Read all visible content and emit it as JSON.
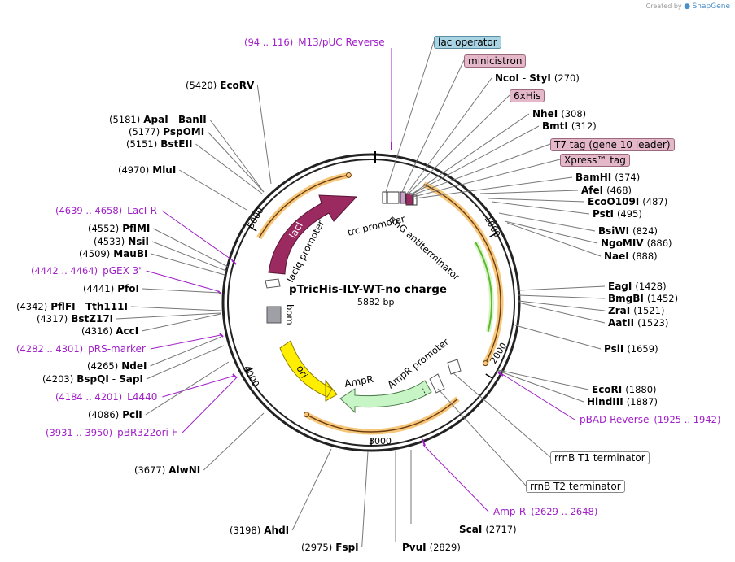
{
  "credit": {
    "prefix": "Created by",
    "brand": "SnapGene"
  },
  "plasmid": {
    "name": "pTricHis-ILY-WT-no charge",
    "size": "5882 bp"
  },
  "ticks": [
    "1000",
    "2000",
    "3000",
    "4000",
    "5000"
  ],
  "features_in": {
    "laci": "lacI",
    "laciq": "lacIq promoter",
    "bom": "bom",
    "ori": "ori",
    "trc": "trc promoter",
    "rrng": "rrnG antiterminator",
    "ampr": "AmpR",
    "ampr_promoter": "AmpR promoter"
  },
  "colors": {
    "laci": "#9b2a60",
    "ori": "#ffee00",
    "ampr": "#c8f5c5",
    "backbone": "#222222",
    "primer": "#a020c8",
    "outer_arc": "#d89a2a",
    "inner_green": "#5fb832"
  },
  "labels_left": [
    {
      "id": "m13",
      "type": "primer",
      "name": "M13/pUC Reverse",
      "pos": "(94 .. 116)"
    },
    {
      "id": "ecorv",
      "type": "enzyme",
      "name": "EcoRV",
      "pos": "(5420)"
    },
    {
      "id": "apai",
      "type": "enzyme",
      "name": "ApaI",
      "name2": "BanII",
      "pos": "(5181)"
    },
    {
      "id": "pspomi",
      "type": "enzyme",
      "name": "PspOMI",
      "pos": "(5177)"
    },
    {
      "id": "bsteii",
      "type": "enzyme",
      "name": "BstEII",
      "pos": "(5151)"
    },
    {
      "id": "mlui",
      "type": "enzyme",
      "name": "MluI",
      "pos": "(4970)"
    },
    {
      "id": "lacir",
      "type": "primer",
      "name": "LacI-R",
      "pos": "(4639 .. 4658)"
    },
    {
      "id": "pflmi",
      "type": "enzyme",
      "name": "PflMI",
      "pos": "(4552)"
    },
    {
      "id": "nsii",
      "type": "enzyme",
      "name": "NsiI",
      "pos": "(4533)"
    },
    {
      "id": "maubi",
      "type": "enzyme",
      "name": "MauBI",
      "pos": "(4509)"
    },
    {
      "id": "pgex",
      "type": "primer",
      "name": "pGEX 3'",
      "pos": "(4442 .. 4464)"
    },
    {
      "id": "pfoi",
      "type": "enzyme",
      "name": "PfoI",
      "pos": "(4441)"
    },
    {
      "id": "pflfi",
      "type": "enzyme",
      "name": "PflFI",
      "name2": "Tth111I",
      "pos": "(4342)"
    },
    {
      "id": "bstz17i",
      "type": "enzyme",
      "name": "BstZ17I",
      "pos": "(4317)"
    },
    {
      "id": "acci",
      "type": "enzyme",
      "name": "AccI",
      "pos": "(4316)"
    },
    {
      "id": "prs",
      "type": "primer",
      "name": "pRS-marker",
      "pos": "(4282 .. 4301)"
    },
    {
      "id": "ndei",
      "type": "enzyme",
      "name": "NdeI",
      "pos": "(4265)"
    },
    {
      "id": "bspqi",
      "type": "enzyme",
      "name": "BspQI",
      "name2": "SapI",
      "pos": "(4203)"
    },
    {
      "id": "l4440",
      "type": "primer",
      "name": "L4440",
      "pos": "(4184 .. 4201)"
    },
    {
      "id": "pcii",
      "type": "enzyme",
      "name": "PciI",
      "pos": "(4086)"
    },
    {
      "id": "pbr322",
      "type": "primer",
      "name": "pBR322ori-F",
      "pos": "(3931 .. 3950)"
    },
    {
      "id": "alwni",
      "type": "enzyme",
      "name": "AlwNI",
      "pos": "(3677)"
    },
    {
      "id": "ahdi",
      "type": "enzyme",
      "name": "AhdI",
      "pos": "(3198)"
    },
    {
      "id": "fspi",
      "type": "enzyme",
      "name": "FspI",
      "pos": "(2975)"
    }
  ],
  "labels_right": [
    {
      "id": "lacop",
      "type": "feature",
      "name": "lac operator"
    },
    {
      "id": "minicistron",
      "type": "feature",
      "name": "minicistron"
    },
    {
      "id": "ncoi",
      "type": "enzyme",
      "name": "NcoI",
      "name2": "StyI",
      "pos": "(270)"
    },
    {
      "id": "his",
      "type": "feature",
      "name": "6xHis"
    },
    {
      "id": "nhei",
      "type": "enzyme",
      "name": "NheI",
      "pos": "(308)"
    },
    {
      "id": "bmti",
      "type": "enzyme",
      "name": "BmtI",
      "pos": "(312)"
    },
    {
      "id": "t7tag",
      "type": "feature",
      "name": "T7 tag (gene 10 leader)"
    },
    {
      "id": "xpress",
      "type": "feature",
      "name": "Xpress™ tag"
    },
    {
      "id": "bamhi",
      "type": "enzyme",
      "name": "BamHI",
      "pos": "(374)"
    },
    {
      "id": "afei",
      "type": "enzyme",
      "name": "AfeI",
      "pos": "(468)"
    },
    {
      "id": "eco0109i",
      "type": "enzyme",
      "name": "EcoO109I",
      "pos": "(487)"
    },
    {
      "id": "psti",
      "type": "enzyme",
      "name": "PstI",
      "pos": "(495)"
    },
    {
      "id": "bsiwi",
      "type": "enzyme",
      "name": "BsiWI",
      "pos": "(824)"
    },
    {
      "id": "ngomiv",
      "type": "enzyme",
      "name": "NgoMIV",
      "pos": "(886)"
    },
    {
      "id": "naei",
      "type": "enzyme",
      "name": "NaeI",
      "pos": "(888)"
    },
    {
      "id": "eagi",
      "type": "enzyme",
      "name": "EagI",
      "pos": "(1428)"
    },
    {
      "id": "bmgbi",
      "type": "enzyme",
      "name": "BmgBI",
      "pos": "(1452)"
    },
    {
      "id": "zrai",
      "type": "enzyme",
      "name": "ZraI",
      "pos": "(1521)"
    },
    {
      "id": "aatii",
      "type": "enzyme",
      "name": "AatII",
      "pos": "(1523)"
    },
    {
      "id": "psii",
      "type": "enzyme",
      "name": "PsiI",
      "pos": "(1659)"
    },
    {
      "id": "ecori",
      "type": "enzyme",
      "name": "EcoRI",
      "pos": "(1880)"
    },
    {
      "id": "hindiii",
      "type": "enzyme",
      "name": "HindIII",
      "pos": "(1887)"
    },
    {
      "id": "pbad",
      "type": "primer",
      "name": "pBAD Reverse",
      "pos": "(1925 .. 1942)"
    },
    {
      "id": "rrnbt1",
      "type": "feature_plain",
      "name": "rrnB T1 terminator"
    },
    {
      "id": "rrnbt2",
      "type": "feature_plain",
      "name": "rrnB T2 terminator"
    },
    {
      "id": "ampr_primer",
      "type": "primer",
      "name": "Amp-R",
      "pos": "(2629 .. 2648)"
    },
    {
      "id": "scai",
      "type": "enzyme",
      "name": "ScaI",
      "pos": "(2717)"
    },
    {
      "id": "pvui",
      "type": "enzyme",
      "name": "PvuI",
      "pos": "(2829)"
    }
  ]
}
